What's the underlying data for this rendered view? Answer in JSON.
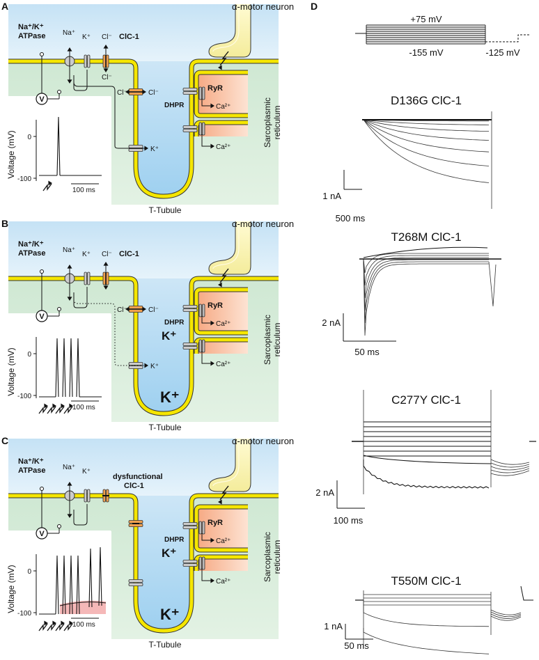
{
  "panels": {
    "A": {
      "letter": "A",
      "atpase_line1": "Na⁺/K⁺",
      "atpase_line2": "ATPase",
      "na": "Na⁺",
      "k": "K⁺",
      "cl_top": "Cl⁻",
      "cl_bottom": "Cl⁻",
      "clc1": "ClC-1",
      "cl_tubule_left": "Cl⁻",
      "cl_tubule_right": "Cl⁻",
      "k_tubule": "K⁺",
      "dhpr": "DHPR",
      "ryr": "RyR",
      "ca1": "Ca²⁺",
      "ca2": "Ca²⁺",
      "motor_neuron": "α-motor neuron",
      "sr_line1": "Sarcoplasmic",
      "sr_line2": "reticulum",
      "ttubule": "T-Tubule",
      "v": "V",
      "ylabel": "Voltage (mV)",
      "y0": "0",
      "y100": "-100",
      "scalebar": "100 ms"
    },
    "B": {
      "letter": "B",
      "atpase_line1": "Na⁺/K⁺",
      "atpase_line2": "ATPase",
      "na": "Na⁺",
      "k": "K⁺",
      "cl_top": "Cl⁻",
      "clc1": "ClC-1",
      "cl_tubule_left": "Cl⁻",
      "cl_tubule_right": "Cl⁻",
      "k_tubule": "K⁺",
      "k_big1": "K⁺",
      "k_big2": "K⁺",
      "dhpr": "DHPR",
      "ryr": "RyR",
      "ca1": "Ca²⁺",
      "ca2": "Ca²⁺",
      "motor_neuron": "α-motor neuron",
      "sr_line1": "Sarcoplasmic",
      "sr_line2": "reticulum",
      "ttubule": "T-Tubule",
      "v": "V",
      "ylabel": "Voltage (mV)",
      "y0": "0",
      "y100": "-100",
      "scalebar": "100 ms"
    },
    "C": {
      "letter": "C",
      "atpase_line1": "Na⁺/K⁺",
      "atpase_line2": "ATPase",
      "na": "Na⁺",
      "k": "K⁺",
      "dysf_line1": "dysfunctional",
      "dysf_line2": "ClC-1",
      "k_big1": "K⁺",
      "k_big2": "K⁺",
      "dhpr": "DHPR",
      "ryr": "RyR",
      "ca1": "Ca²⁺",
      "ca2": "Ca²⁺",
      "motor_neuron": "α-motor neuron",
      "sr_line1": "Sarcoplasmic",
      "sr_line2": "reticulum",
      "ttubule": "T-Tubule",
      "v": "V",
      "ylabel": "Voltage (mV)",
      "y0": "0",
      "y100": "-100",
      "scalebar": "100 ms"
    },
    "D": {
      "letter": "D",
      "protocol_top": "+75 mV",
      "protocol_mid": "-155 mV",
      "protocol_tail": "-125 mV",
      "traces": [
        {
          "title": "D136G ClC-1",
          "current_scale": "1 nA",
          "time_scale": "500 ms"
        },
        {
          "title": "T268M ClC-1",
          "current_scale": "2 nA",
          "time_scale": "50 ms"
        },
        {
          "title": "C277Y ClC-1",
          "current_scale": "2 nA",
          "time_scale": "100 ms"
        },
        {
          "title": "T550M ClC-1",
          "current_scale": "1 nA",
          "time_scale": "50 ms"
        }
      ]
    }
  },
  "colors": {
    "membrane": "#f5e600",
    "membrane_edge": "#222222",
    "extracellular": "#cfe7f6",
    "cytoplasm": "#d6ecd8",
    "sr_fill": "#f6b48a",
    "clc_channel": "#f0a050",
    "gray_channel": "#cccccc",
    "pink_depol": "#f2a6a6"
  }
}
